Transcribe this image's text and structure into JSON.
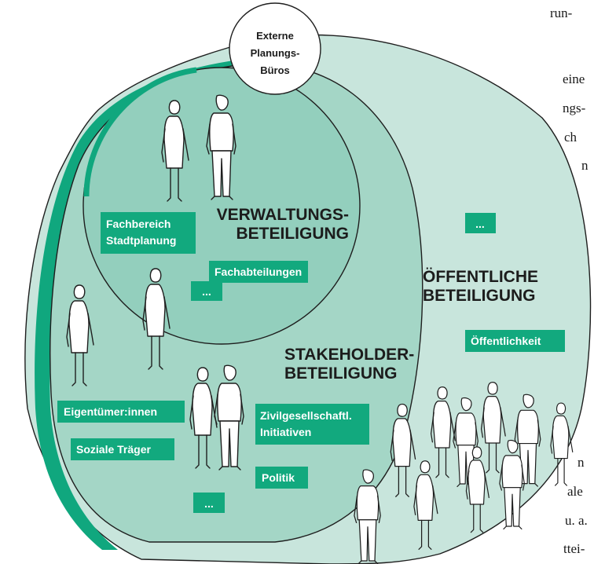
{
  "colors": {
    "outer_fill": "#c8e5dc",
    "middle_fill": "#a4d6c6",
    "inner_fill": "#93cfbd",
    "accent_green": "#10a77e",
    "label_fill": "#12a97e",
    "outline": "#1e1e1e"
  },
  "side_text_fragments": [
    "run-",
    "eine",
    "ngs-",
    "ch",
    "n",
    "n",
    "ale",
    "u. a.",
    "ttei-"
  ],
  "diagram": {
    "external": {
      "lines": [
        "Externe",
        "Planungs-",
        "Büros"
      ]
    },
    "administration": {
      "title_lines": [
        "VERWALTUNGS-",
        "BETEILIGUNG"
      ],
      "labels": [
        {
          "lines": [
            "Fachbereich",
            "Stadtplanung"
          ]
        },
        {
          "lines": [
            "Fachabteilungen"
          ]
        },
        {
          "lines": [
            "..."
          ]
        }
      ]
    },
    "stakeholder": {
      "title_lines": [
        "STAKEHOLDER-",
        "BETEILIGUNG"
      ],
      "labels": [
        {
          "lines": [
            "Eigentümer:innen"
          ]
        },
        {
          "lines": [
            "Zivilgesellschaftl.",
            "Initiativen"
          ]
        },
        {
          "lines": [
            "Soziale Träger"
          ]
        },
        {
          "lines": [
            "Politik"
          ]
        },
        {
          "lines": [
            "..."
          ]
        }
      ]
    },
    "public": {
      "title_lines": [
        "ÖFFENTLICHE",
        "BETEILIGUNG"
      ],
      "labels": [
        {
          "lines": [
            "..."
          ]
        },
        {
          "lines": [
            "Öffentlichkeit"
          ]
        }
      ]
    }
  },
  "icons": [
    "person-icon",
    "crowd-icon"
  ]
}
